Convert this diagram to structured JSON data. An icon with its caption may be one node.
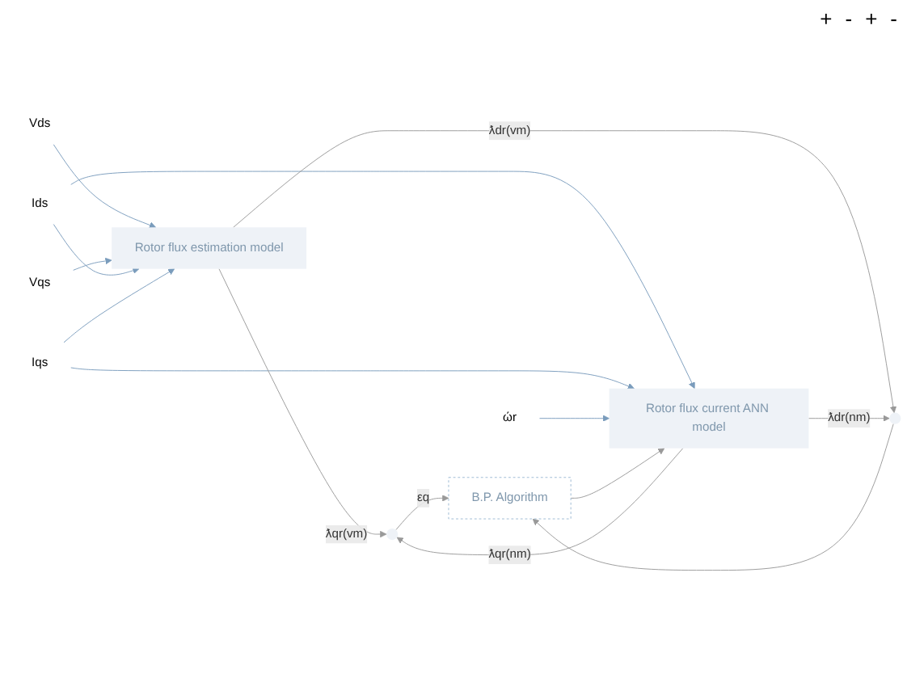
{
  "diagram": {
    "nodes": [
      {
        "text": [
          "Vds"
        ]
      },
      {
        "text": [
          "Vqs"
        ]
      },
      {
        "text": [
          "Ids"
        ]
      },
      {
        "text": [
          "Iqs"
        ]
      },
      {
        "text": [
          "ώr"
        ]
      },
      {
        "text": [
          "Rotor flux estimation model"
        ]
      },
      {
        "text": [
          "Rotor flux current ANN model"
        ]
      },
      {
        "text": [],
        "shape": "circle"
      },
      {
        "text": [],
        "shape": "circle"
      },
      {
        "text": [
          "B.P. Algorithm"
        ]
      }
    ],
    "edges": [
      {
        "from": 0,
        "to": 5,
        "arrow": "to"
      },
      {
        "from": 1,
        "to": 5,
        "arrow": "to"
      },
      {
        "from": 2,
        "to": 5,
        "arrow": "to"
      },
      {
        "from": 3,
        "to": 5,
        "arrow": "to"
      },
      {
        "from": 2,
        "to": 6,
        "arrow": "to"
      },
      {
        "from": 3,
        "to": 6,
        "arrow": "to"
      },
      {
        "from": 4,
        "to": 6,
        "arrow": "to"
      },
      {
        "from": 5,
        "to": 7,
        "arrow": "to",
        "label": "ƛqr(vm)",
        "color": "#999999"
      },
      {
        "from": 5,
        "to": 8,
        "arrow": "to",
        "label": "ƛdr(vm)",
        "color": "#999999"
      },
      {
        "from": 6,
        "to": 7,
        "arrow": "to",
        "label": "ƛqr(nm)",
        "color": "#999999"
      },
      {
        "from": 6,
        "to": 8,
        "arrow": "to",
        "label": "ƛdr(nm)",
        "color": "#999999"
      },
      {
        "from": 7,
        "to": 9,
        "arrow": "to",
        "label": "εq",
        "color": "#999999"
      },
      {
        "from": 8,
        "to": 9,
        "arrow": "to",
        "color": "#999999"
      },
      {
        "from": 9,
        "to": 6,
        "arrow": "to",
        "color": "#999999"
      }
    ],
    "labels": [
      "+",
      "-",
      "+",
      "-"
    ]
  }
}
